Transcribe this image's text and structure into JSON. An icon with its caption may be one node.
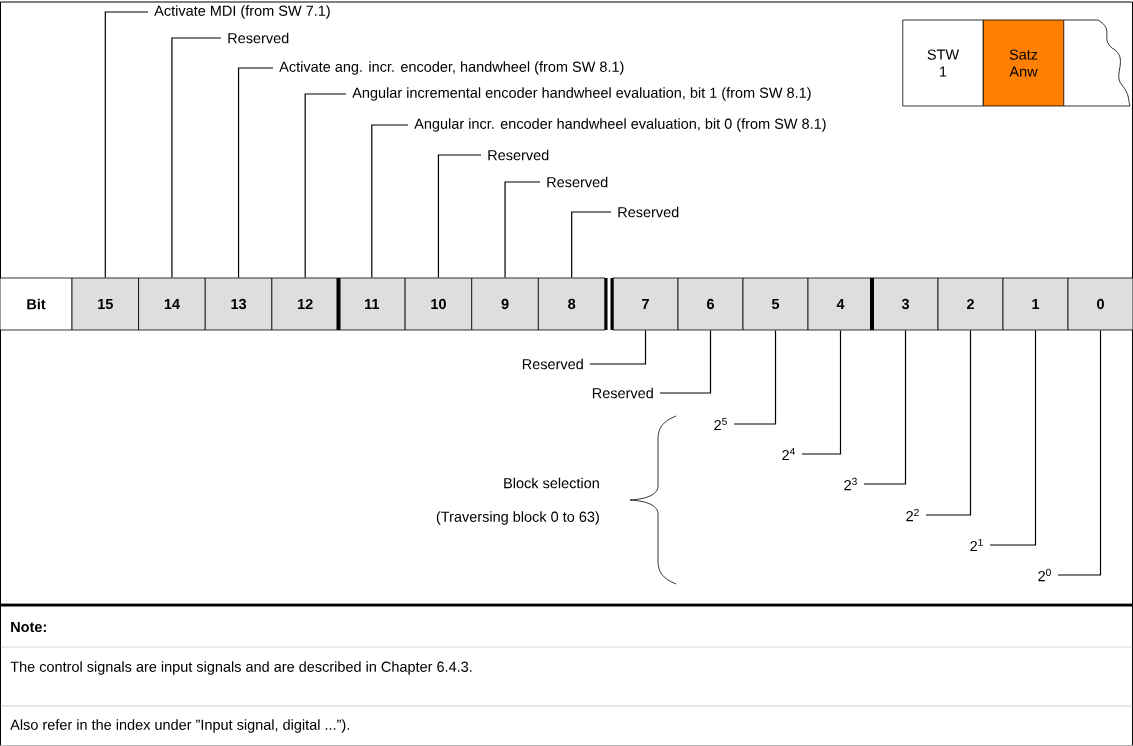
{
  "diagram": {
    "nodes": [
      {
        "text": [
          "STW 1"
        ]
      },
      {
        "text": [
          "Satz Anw"
        ]
      },
      {
        "text": [
          "Activate MDI (from SW 7.1)"
        ]
      },
      {
        "text": [
          "Reserved"
        ]
      },
      {
        "text": [
          "Activate ang. incr. encoder, handwheel (from SW 8.1)"
        ]
      },
      {
        "text": [
          "Angular incremental encoder handwheel evaluation, bit 1 (from SW 8.1)"
        ]
      },
      {
        "text": [
          "Angular incr. encoder handwheel evaluation, bit 0 (from SW 8.1)"
        ]
      },
      {
        "text": [
          "Reserved"
        ]
      },
      {
        "text": [
          "Reserved"
        ]
      },
      {
        "text": [
          "Reserved"
        ]
      },
      {
        "text": [
          "Bit"
        ]
      },
      {
        "text": [
          "15"
        ]
      },
      {
        "text": [
          "14"
        ]
      },
      {
        "text": [
          "13"
        ]
      },
      {
        "text": [
          "12"
        ]
      },
      {
        "text": [
          "11"
        ]
      },
      {
        "text": [
          "10"
        ]
      },
      {
        "text": [
          "9"
        ]
      },
      {
        "text": [
          "8"
        ]
      },
      {
        "text": [
          "7"
        ]
      },
      {
        "text": [
          "6"
        ]
      },
      {
        "text": [
          "5"
        ]
      },
      {
        "text": [
          "4"
        ]
      },
      {
        "text": [
          "3"
        ]
      },
      {
        "text": [
          "2"
        ]
      },
      {
        "text": [
          "1"
        ]
      },
      {
        "text": [
          "0"
        ]
      },
      {
        "text": [
          "Reserved"
        ]
      },
      {
        "text": [
          "Reserved"
        ]
      },
      {
        "text": [
          "2$^{5}$"
        ]
      },
      {
        "text": [
          "2$^{4}$"
        ]
      },
      {
        "text": [
          "2$^{3}$"
        ]
      },
      {
        "text": [
          "2$^{2}$"
        ]
      },
      {
        "text": [
          "2$^{1}$"
        ]
      },
      {
        "text": [
          "2$^{0}$"
        ]
      }
    ],
    "edges": [
      {
        "from": 2,
        "to": 11,
        "arrow": "none"
      },
      {
        "from": 3,
        "to": 12,
        "arrow": "none"
      },
      {
        "from": 4,
        "to": 13,
        "arrow": "none"
      },
      {
        "from": 5,
        "to": 14,
        "arrow": "none"
      },
      {
        "from": 6,
        "to": 15,
        "arrow": "none"
      },
      {
        "from": 7,
        "to": 16,
        "arrow": "none"
      },
      {
        "from": 8,
        "to": 17,
        "arrow": "none"
      },
      {
        "from": 9,
        "to": 18,
        "arrow": "none"
      },
      {
        "from": 27,
        "to": 19,
        "arrow": "none"
      },
      {
        "from": 28,
        "to": 20,
        "arrow": "none"
      },
      {
        "from": 29,
        "to": 21,
        "arrow": "none"
      },
      {
        "from": 30,
        "to": 22,
        "arrow": "none"
      },
      {
        "from": 31,
        "to": 23,
        "arrow": "none"
      },
      {
        "from": 32,
        "to": 24,
        "arrow": "none"
      },
      {
        "from": 33,
        "to": 25,
        "arrow": "none"
      },
      {
        "from": 34,
        "to": 26,
        "arrow": "none"
      }
    ],
    "labels": [
      "Block selection",
      "(Traversing block 0 to 63)",
      "Note:",
      "The control signals are input signals and are described in Chapter 6.4.3.",
      "Also refer in the index under ”Input signal, digital ...”)."
    ]
  }
}
